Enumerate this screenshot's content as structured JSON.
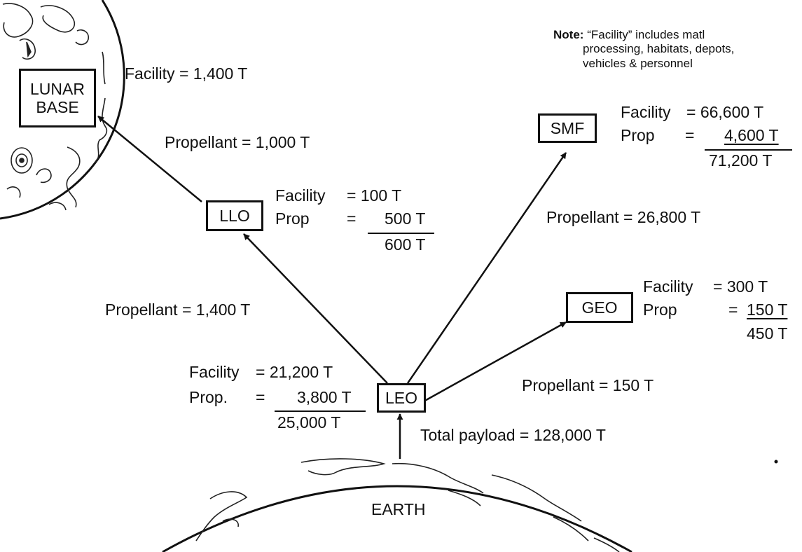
{
  "note": {
    "label": "Note:",
    "lines": [
      "“Facility” includes matl",
      "processing, habitats, depots,",
      "vehicles & personnel"
    ]
  },
  "nodes": {
    "lunar_base": {
      "line1": "LUNAR",
      "line2": "BASE"
    },
    "llo": "LLO",
    "leo": "LEO",
    "smf": "SMF",
    "geo": "GEO"
  },
  "bodies": {
    "earth": "EARTH"
  },
  "lunar_base_info": {
    "facility": "Facility = 1,400 T"
  },
  "llo_info": {
    "facility_label": "Facility",
    "facility_value": "=  100 T",
    "prop_label": "Prop",
    "prop_eq": "=",
    "prop_value": "500 T",
    "total": "600 T"
  },
  "smf_info": {
    "facility_label": "Facility",
    "facility_value": "= 66,600 T",
    "prop_label": "Prop",
    "prop_eq": "=",
    "prop_value": "4,600 T",
    "total": "71,200 T"
  },
  "geo_info": {
    "facility_label": "Facility",
    "facility_value": "=  300 T",
    "prop_label": "Prop",
    "prop_eq": "=",
    "prop_value": "150 T",
    "total": "450 T"
  },
  "leo_info": {
    "facility_label": "Facility",
    "facility_value": "= 21,200 T",
    "prop_label": "Prop.",
    "prop_eq": "=",
    "prop_value": "3,800 T",
    "total": "25,000 T"
  },
  "flows": {
    "llo_to_lunar": "Propellant =  1,000 T",
    "leo_to_llo": "Propellant = 1,400 T",
    "leo_to_smf": "Propellant = 26,800 T",
    "leo_to_geo": "Propellant = 150 T",
    "earth_to_leo": "Total payload = 128,000 T"
  }
}
